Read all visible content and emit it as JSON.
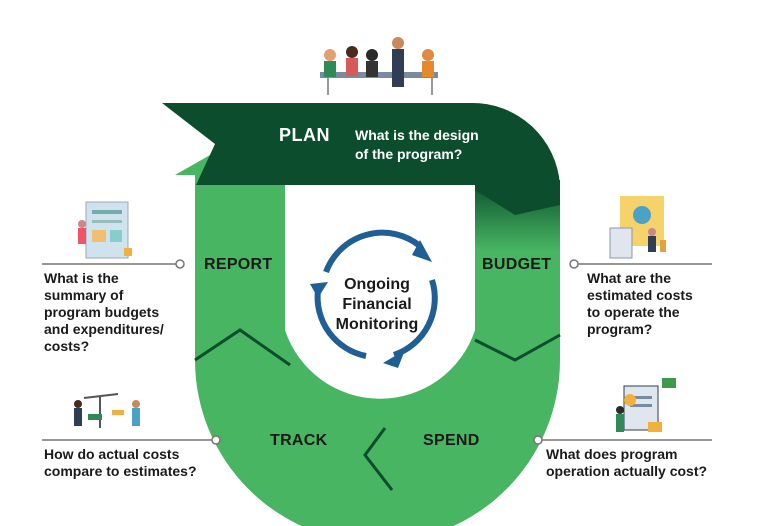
{
  "center": {
    "line1": "Ongoing",
    "line2": "Financial",
    "line3": "Monitoring"
  },
  "stages": {
    "plan": {
      "label": "PLAN",
      "question_line1": "What is the design",
      "question_line2": "of the program?"
    },
    "budget": {
      "label": "BUDGET",
      "question": [
        "What are the",
        "estimated costs",
        "to operate the",
        "program?"
      ]
    },
    "spend": {
      "label": "SPEND",
      "question": [
        "What does program",
        "operation actually cost?"
      ]
    },
    "track": {
      "label": "TRACK",
      "question": [
        "How do actual costs",
        "compare to estimates?"
      ]
    },
    "report": {
      "label": "REPORT",
      "question": [
        "What is the",
        "summary of",
        "program budgets",
        "and expenditures/",
        "costs?"
      ]
    }
  },
  "colors": {
    "dark_green": "#0b4d2c",
    "light_green": "#47b562",
    "arrow_blue": "#1f5f96"
  }
}
